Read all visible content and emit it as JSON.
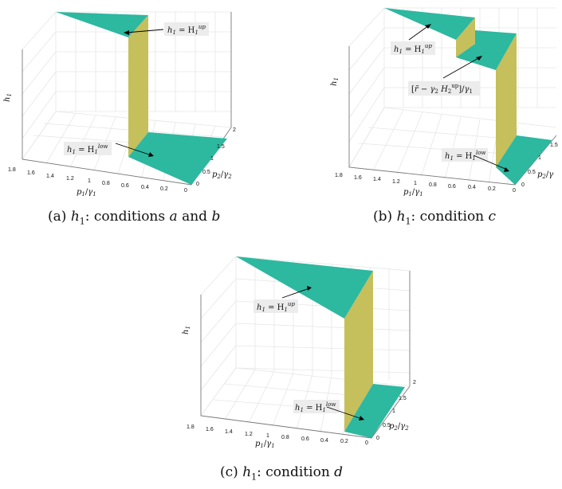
{
  "figure": {
    "colors": {
      "surface": "#2db8a0",
      "wall": "#c5bf5c",
      "grid": "#e6e6e6",
      "axis": "#7a7a7a",
      "annotation_bg": "#ececec"
    },
    "panels": [
      {
        "id": "a",
        "caption_prefix": "(a)",
        "caption_var": "h",
        "caption_sub": "1",
        "caption_text": ": conditions",
        "caption_c1": "a",
        "caption_and": "and",
        "caption_c2": "b",
        "zlabel": "h",
        "zlabel_sub": "1",
        "xlabel": "p",
        "xlabel_sub": "1",
        "xlabel_den": "γ",
        "xlabel_den_sub": "1",
        "ylabel": "p",
        "ylabel_sub": "2",
        "ylabel_den": "γ",
        "ylabel_den_sub": "2",
        "x_ticks": [
          "1.8",
          "1.6",
          "1.4",
          "1.2",
          "1",
          "0.8",
          "0.6",
          "0.4",
          "0.2",
          "0"
        ],
        "y_ticks": [
          "0",
          "0.5",
          "1",
          "1.5",
          "2"
        ],
        "annotations": [
          {
            "lhs": "h",
            "sub": "1",
            "eq": " = H",
            "hsub": "1",
            "sup": "up"
          },
          {
            "lhs": "h",
            "sub": "1",
            "eq": " = H",
            "hsub": "1",
            "sup": "low"
          }
        ]
      },
      {
        "id": "b",
        "caption_prefix": "(b)",
        "caption_var": "h",
        "caption_sub": "1",
        "caption_text": ": condition",
        "caption_c1": "c",
        "zlabel": "h",
        "zlabel_sub": "1",
        "xlabel": "p",
        "xlabel_sub": "1",
        "xlabel_den": "γ",
        "xlabel_den_sub": "1",
        "ylabel": "p",
        "ylabel_sub": "2",
        "ylabel_den": "γ",
        "ylabel_den_sub": "",
        "x_ticks": [
          "1.8",
          "1.6",
          "1.4",
          "1.2",
          "1",
          "0.8",
          "0.6",
          "0.4",
          "0.2",
          "0"
        ],
        "y_ticks": [
          "0",
          "0.5",
          "1",
          "1.5"
        ],
        "annotations": [
          {
            "lhs": "h",
            "sub": "1",
            "eq": " = H",
            "hsub": "1",
            "sup": "up"
          },
          {
            "text": "[r̄ − γ",
            "sub": "2",
            "mid": " H",
            "hsub": "2",
            "sup": "up",
            "tail": "]/γ",
            "tsub": "1"
          },
          {
            "lhs": "h",
            "sub": "1",
            "eq": " = H",
            "hsub": "1",
            "sup": "low"
          }
        ]
      },
      {
        "id": "c",
        "caption_prefix": "(c)",
        "caption_var": "h",
        "caption_sub": "1",
        "caption_text": ": condition",
        "caption_c1": "d",
        "zlabel": "h",
        "zlabel_sub": "1",
        "xlabel": "p",
        "xlabel_sub": "1",
        "xlabel_den": "γ",
        "xlabel_den_sub": "1",
        "ylabel": "p",
        "ylabel_sub": "2",
        "ylabel_den": "γ",
        "ylabel_den_sub": "2",
        "x_ticks": [
          "1.8",
          "1.6",
          "1.4",
          "1.2",
          "1",
          "0.8",
          "0.6",
          "0.4",
          "0.2",
          "0"
        ],
        "y_ticks": [
          "0",
          "0.5",
          "1",
          "1.5",
          "2"
        ],
        "annotations": [
          {
            "lhs": "h",
            "sub": "1",
            "eq": " = H",
            "hsub": "1",
            "sup": "up"
          },
          {
            "lhs": "h",
            "sub": "1",
            "eq": " = H",
            "hsub": "1",
            "sup": "low"
          }
        ]
      }
    ]
  }
}
